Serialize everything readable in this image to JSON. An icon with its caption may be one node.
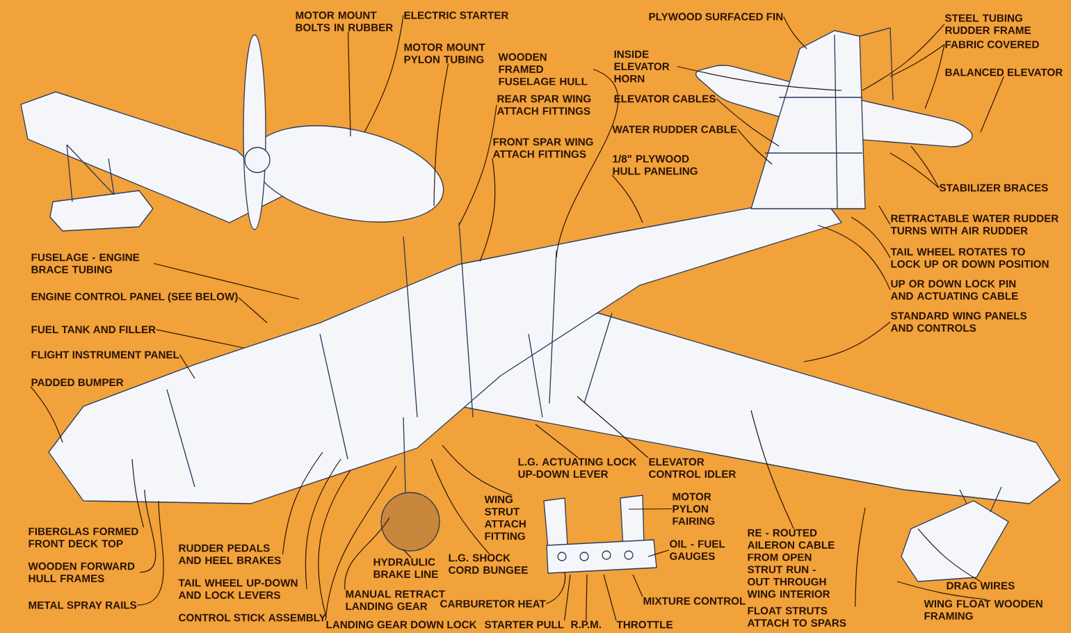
{
  "diagram": {
    "nodes": [
      {
        "text": [
          "MOTOR MOUNT BOLTS IN RUBBER"
        ]
      },
      {
        "text": [
          "ELECTRIC STARTER"
        ]
      },
      {
        "text": [
          "MOTOR MOUNT PYLON TUBING"
        ]
      },
      {
        "text": [
          "WOODEN FRAMED FUSELAGE HULL"
        ]
      },
      {
        "text": [
          "REAR SPAR WING ATTACH FITTINGS"
        ]
      },
      {
        "text": [
          "FRONT SPAR WING ATTACH FITTINGS"
        ]
      },
      {
        "text": [
          "PLYWOOD SURFACED FIN"
        ]
      },
      {
        "text": [
          "INSIDE ELEVATOR HORN"
        ]
      },
      {
        "text": [
          "ELEVATOR CABLES"
        ]
      },
      {
        "text": [
          "WATER RUDDER CABLE"
        ]
      },
      {
        "text": [
          "1/8\" PLYWOOD HULL PANELING"
        ]
      },
      {
        "text": [
          "STEEL TUBING RUDDER FRAME"
        ]
      },
      {
        "text": [
          "FABRIC COVERED"
        ]
      },
      {
        "text": [
          "BALANCED ELEVATOR"
        ]
      },
      {
        "text": [
          "STABILIZER BRACES"
        ]
      },
      {
        "text": [
          "RETRACTABLE WATER RUDDER TURNS WITH AIR RUDDER"
        ]
      },
      {
        "text": [
          "TAIL WHEEL ROTATES TO LOCK UP OR DOWN POSITION"
        ]
      },
      {
        "text": [
          "UP OR DOWN LOCK PIN AND ACTUATING CABLE"
        ]
      },
      {
        "text": [
          "STANDARD WING PANELS AND CONTROLS"
        ]
      },
      {
        "text": [
          "FUSELAGE - ENGINE BRACE TUBING"
        ]
      },
      {
        "text": [
          "ENGINE CONTROL PANEL (SEE BELOW)"
        ]
      },
      {
        "text": [
          "FUEL TANK AND FILLER"
        ]
      },
      {
        "text": [
          "FLIGHT INSTRUMENT PANEL"
        ]
      },
      {
        "text": [
          "PADDED BUMPER"
        ]
      },
      {
        "text": [
          "FIBERGLAS FORMED FRONT DECK TOP"
        ]
      },
      {
        "text": [
          "WOODEN FORWARD HULL FRAMES"
        ]
      },
      {
        "text": [
          "METAL SPRAY RAILS"
        ]
      },
      {
        "text": [
          "RUDDER PEDALS AND HEEL BRAKES"
        ]
      },
      {
        "text": [
          "TAIL WHEEL UP-DOWN AND LOCK LEVERS"
        ]
      },
      {
        "text": [
          "CONTROL STICK ASSEMBLY"
        ]
      },
      {
        "text": [
          "HYDRAULIC BRAKE LINE"
        ]
      },
      {
        "text": [
          "MANUAL RETRACT LANDING GEAR"
        ]
      },
      {
        "text": [
          "LANDING GEAR DOWN LOCK"
        ]
      },
      {
        "text": [
          "WING STRUT ATTACH FITTING"
        ]
      },
      {
        "text": [
          "L.G. SHOCK CORD BUNGEE"
        ]
      },
      {
        "text": [
          "L.G. ACTUATING LOCK UP-DOWN LEVER"
        ]
      },
      {
        "text": [
          "ELEVATOR CONTROL IDLER"
        ]
      },
      {
        "text": [
          "MOTOR PYLON FAIRING"
        ]
      },
      {
        "text": [
          "OIL - FUEL GAUGES"
        ]
      },
      {
        "text": [
          "CARBURETOR HEAT"
        ]
      },
      {
        "text": [
          "STARTER PULL"
        ]
      },
      {
        "text": [
          "R.P.M."
        ]
      },
      {
        "text": [
          "THROTTLE"
        ]
      },
      {
        "text": [
          "MIXTURE CONTROL"
        ]
      },
      {
        "text": [
          "RE - ROUTED AILERON CABLE FROM OPEN STRUT RUN - OUT THROUGH WING INTERIOR"
        ]
      },
      {
        "text": [
          "FLOAT STRUTS ATTACH TO SPARS"
        ]
      },
      {
        "text": [
          "DRAG WIRES"
        ]
      },
      {
        "text": [
          "WING FLOAT WOODEN FRAMING"
        ]
      }
    ],
    "edges": [
      {
        "from": 0,
        "to": null,
        "arrow": "none"
      },
      {
        "from": 1,
        "to": null,
        "arrow": "none"
      },
      {
        "from": 2,
        "to": null,
        "arrow": "none"
      },
      {
        "from": 3,
        "to": null,
        "arrow": "none"
      },
      {
        "from": 4,
        "to": null,
        "arrow": "none"
      },
      {
        "from": 5,
        "to": null,
        "arrow": "none"
      },
      {
        "from": 6,
        "to": null,
        "arrow": "none"
      },
      {
        "from": 7,
        "to": null,
        "arrow": "none"
      },
      {
        "from": 8,
        "to": null,
        "arrow": "none"
      },
      {
        "from": 9,
        "to": null,
        "arrow": "none"
      },
      {
        "from": 10,
        "to": null,
        "arrow": "none"
      },
      {
        "from": 11,
        "to": null,
        "arrow": "none"
      },
      {
        "from": 12,
        "to": null,
        "arrow": "none"
      },
      {
        "from": 12,
        "to": null,
        "arrow": "none"
      },
      {
        "from": 13,
        "to": null,
        "arrow": "none"
      },
      {
        "from": 14,
        "to": null,
        "arrow": "none"
      },
      {
        "from": 14,
        "to": null,
        "arrow": "none"
      },
      {
        "from": 15,
        "to": null,
        "arrow": "none"
      },
      {
        "from": 16,
        "to": null,
        "arrow": "none"
      },
      {
        "from": 17,
        "to": null,
        "arrow": "none"
      },
      {
        "from": 18,
        "to": null,
        "arrow": "none"
      },
      {
        "from": 19,
        "to": null,
        "arrow": "none"
      },
      {
        "from": 20,
        "to": null,
        "arrow": "none"
      },
      {
        "from": 21,
        "to": null,
        "arrow": "none"
      },
      {
        "from": 22,
        "to": null,
        "arrow": "none"
      },
      {
        "from": 23,
        "to": null,
        "arrow": "none"
      },
      {
        "from": 24,
        "to": null,
        "arrow": "none"
      },
      {
        "from": 25,
        "to": null,
        "arrow": "none"
      },
      {
        "from": 26,
        "to": null,
        "arrow": "none"
      },
      {
        "from": 27,
        "to": null,
        "arrow": "none"
      },
      {
        "from": 28,
        "to": null,
        "arrow": "none"
      },
      {
        "from": 29,
        "to": null,
        "arrow": "none"
      },
      {
        "from": 30,
        "to": null,
        "arrow": "none"
      },
      {
        "from": 31,
        "to": null,
        "arrow": "none"
      },
      {
        "from": 32,
        "to": null,
        "arrow": "none"
      },
      {
        "from": 33,
        "to": null,
        "arrow": "none"
      },
      {
        "from": 34,
        "to": null,
        "arrow": "none"
      },
      {
        "from": 35,
        "to": null,
        "arrow": "none"
      },
      {
        "from": 36,
        "to": null,
        "arrow": "none"
      },
      {
        "from": 37,
        "to": null,
        "arrow": "none"
      },
      {
        "from": 38,
        "to": null,
        "arrow": "none"
      },
      {
        "from": 39,
        "to": null,
        "arrow": "none"
      },
      {
        "from": 40,
        "to": null,
        "arrow": "none"
      },
      {
        "from": 41,
        "to": null,
        "arrow": "none"
      },
      {
        "from": 42,
        "to": null,
        "arrow": "none"
      },
      {
        "from": 43,
        "to": null,
        "arrow": "none"
      },
      {
        "from": 44,
        "to": null,
        "arrow": "none"
      },
      {
        "from": 45,
        "to": null,
        "arrow": "none"
      },
      {
        "from": 46,
        "to": null,
        "arrow": "none"
      },
      {
        "from": 47,
        "to": null,
        "arrow": "none"
      }
    ]
  }
}
